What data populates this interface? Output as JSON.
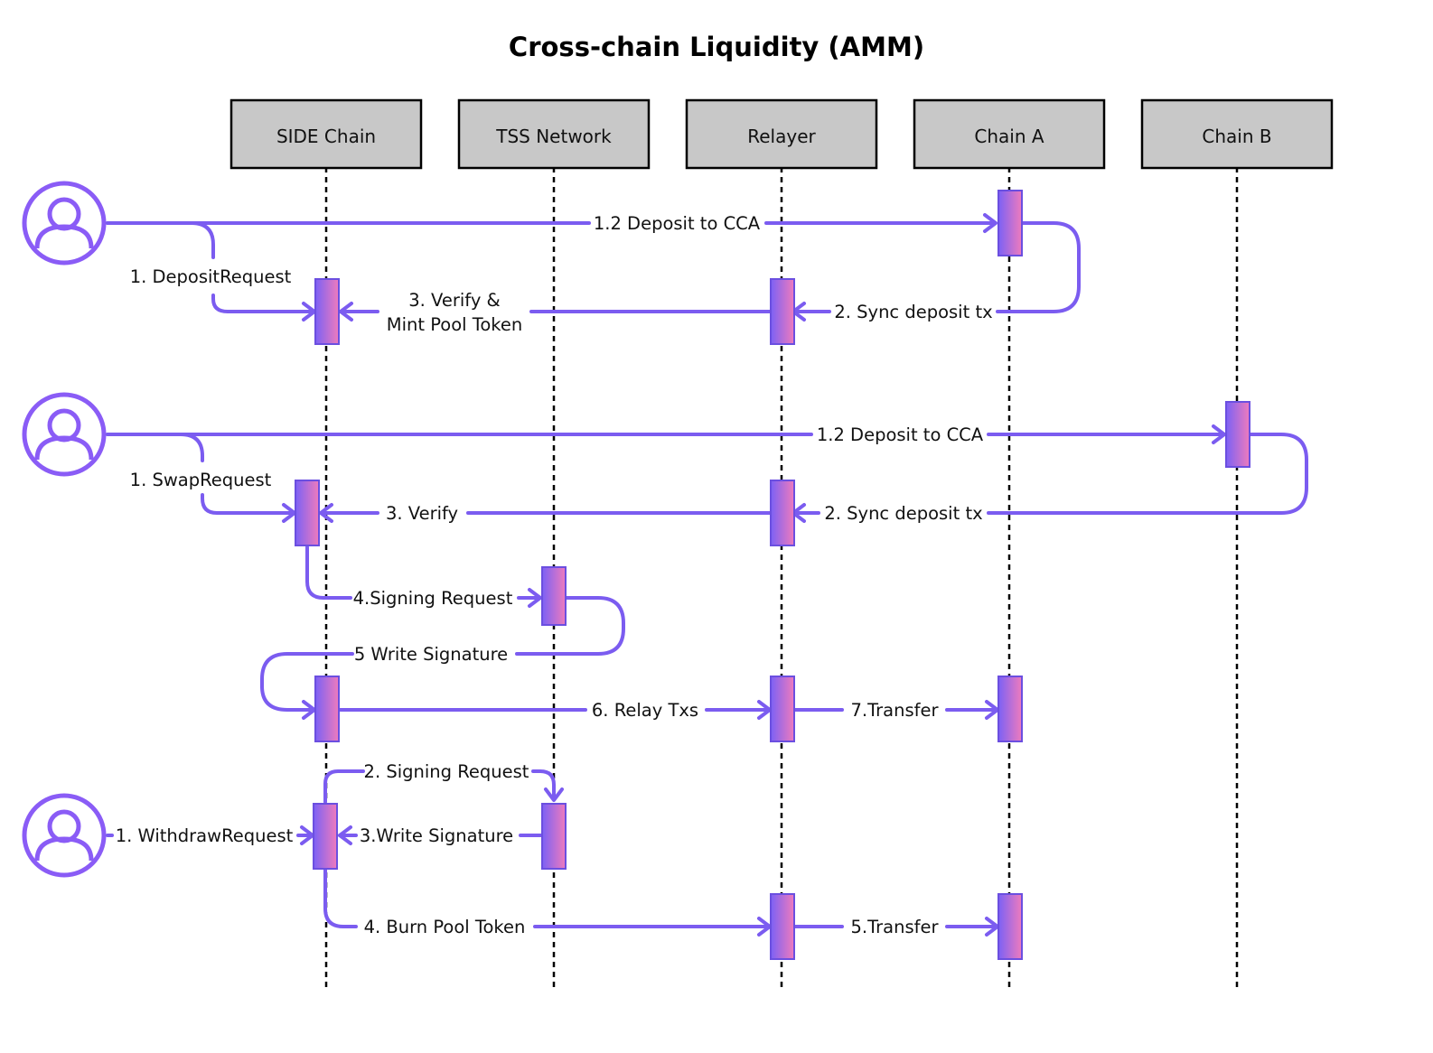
{
  "diagram": {
    "title": "Cross-chain Liquidity (AMM)",
    "participants": [
      "SIDE Chain",
      "TSS Network",
      "Relayer",
      "Chain A",
      "Chain B"
    ],
    "actors": [
      "user-icon",
      "user-icon",
      "user-icon"
    ],
    "colors": {
      "flow": "#7b5cf0",
      "activation_start": "#7b61f5",
      "activation_end": "#ef7bbd",
      "participant_fill": "#c8c8c8",
      "actor": "#8a5cf6"
    },
    "deposit": {
      "deposit_to_cca": "1.2 Deposit to CCA",
      "request": "1. DepositRequest",
      "verify_line1": "3. Verify &",
      "verify_line2": "Mint Pool Token",
      "sync": "2. Sync deposit tx"
    },
    "swap": {
      "deposit_to_cca": "1.2 Deposit to CCA",
      "request": "1. SwapRequest",
      "verify": "3. Verify",
      "sync": "2. Sync deposit tx",
      "signing_request": "4.Signing Request",
      "write_signature": "5 Write Signature",
      "relay": "6. Relay Txs",
      "transfer": "7.Transfer"
    },
    "withdraw": {
      "signing_request": "2. Signing Request",
      "request": "1. WithdrawRequest",
      "write_signature": "3.Write Signature",
      "burn": "4. Burn Pool Token",
      "transfer": "5.Transfer"
    }
  }
}
